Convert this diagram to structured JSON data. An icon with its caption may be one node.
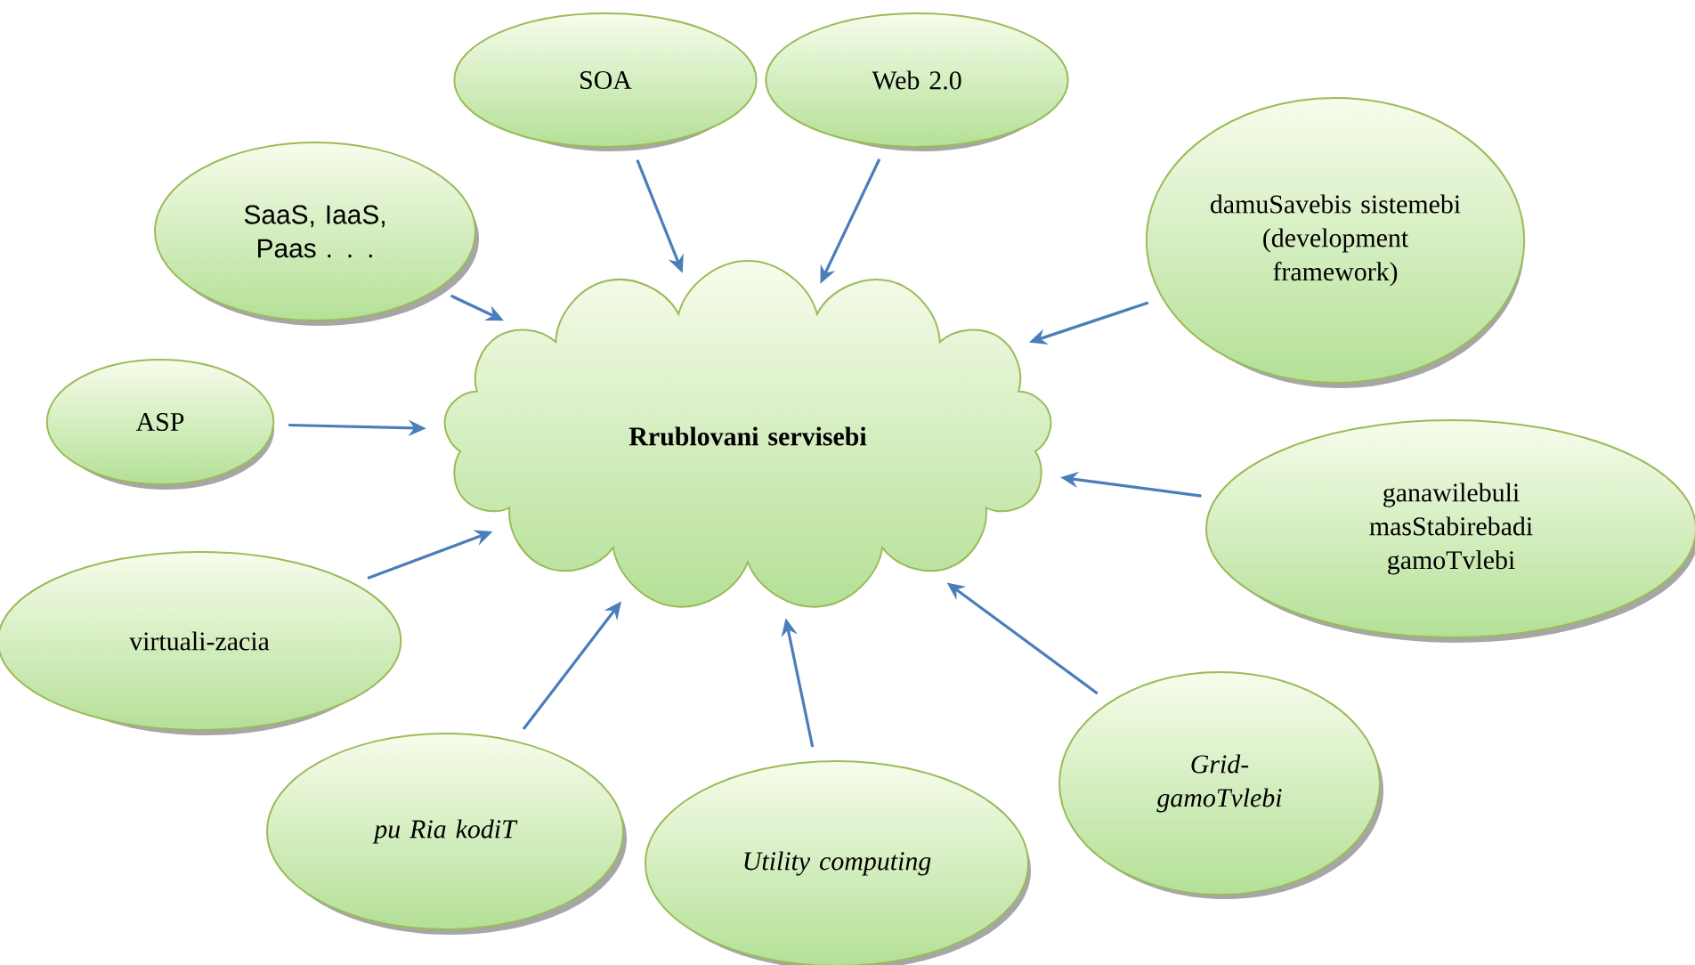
{
  "diagram": {
    "nodes": [
      {
        "text": [
          "Rrublovani servisebi"
        ]
      },
      {
        "text": [
          "SOA"
        ]
      },
      {
        "text": [
          "Web 2.0"
        ]
      },
      {
        "text": [
          "SaaS, IaaS, Paas . . ."
        ]
      },
      {
        "text": [
          "damuSavebis sistemebi (development framework)"
        ]
      },
      {
        "text": [
          "ASP"
        ]
      },
      {
        "text": [
          "ganawilebuli masStabirebadi gamoTvlebi"
        ]
      },
      {
        "text": [
          "virtuali-zacia"
        ]
      },
      {
        "text": [
          "pu Ria kodiT"
        ]
      },
      {
        "text": [
          "Utility computing"
        ]
      },
      {
        "text": [
          "Grid- gamoTvlebi"
        ]
      }
    ],
    "edges": [
      {
        "from": 1,
        "to": 0,
        "arrow": "to"
      },
      {
        "from": 2,
        "to": 0,
        "arrow": "to"
      },
      {
        "from": 3,
        "to": 0,
        "arrow": "to"
      },
      {
        "from": 4,
        "to": 0,
        "arrow": "to"
      },
      {
        "from": 5,
        "to": 0,
        "arrow": "to"
      },
      {
        "from": 6,
        "to": 0,
        "arrow": "to"
      },
      {
        "from": 7,
        "to": 0,
        "arrow": "to"
      },
      {
        "from": 8,
        "to": 0,
        "arrow": "to"
      },
      {
        "from": 9,
        "to": 0,
        "arrow": "to"
      },
      {
        "from": 10,
        "to": 0,
        "arrow": "to"
      }
    ]
  }
}
